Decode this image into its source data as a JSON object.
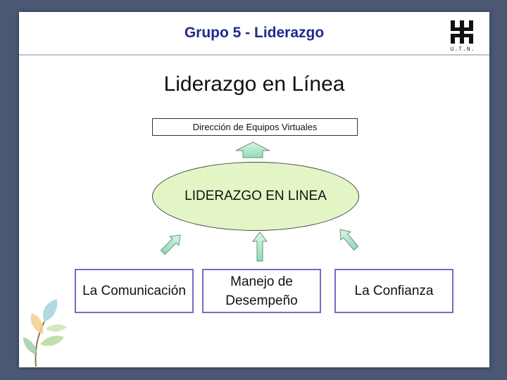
{
  "header": {
    "title": "Grupo 5 - Liderazgo"
  },
  "logo": {
    "caption": "U.T.N."
  },
  "slide": {
    "title": "Liderazgo en Línea",
    "top_box": "Dirección de Equipos Virtuales",
    "ellipse": "LIDERAZGO EN LINEA",
    "boxes": [
      "La Comunicación",
      "Manejo de Desempeño",
      "La Confianza"
    ]
  },
  "colors": {
    "background": "#4a5874",
    "header_title": "#1f2a8c",
    "ellipse_fill": "#e3f5c4",
    "arrow_fill": "#a3e6c2",
    "box_border": "#7a6bbd"
  }
}
